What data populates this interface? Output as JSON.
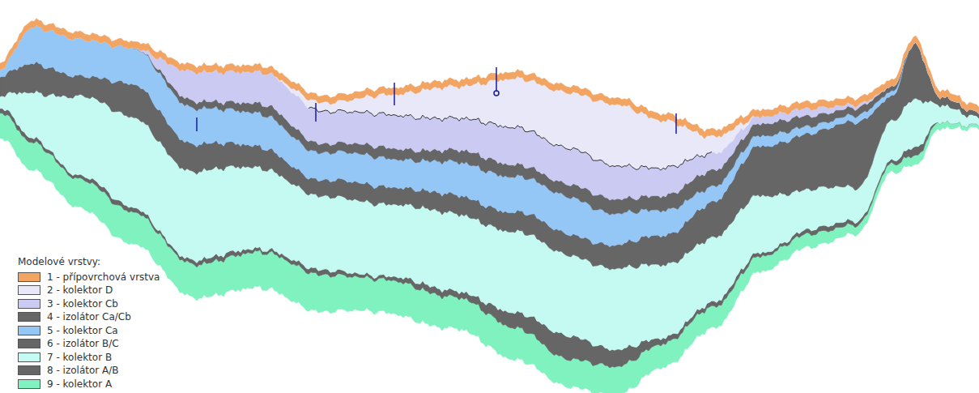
{
  "diagram": {
    "labels": [
      "Modelové vrstvy:"
    ],
    "legend": [
      {
        "text": "1 - přípovrchová vrstva",
        "color": "#f2a463"
      },
      {
        "text": "2 - kolektor D",
        "color": "#e8e8f8"
      },
      {
        "text": "3 - kolektor Cb",
        "color": "#cacaf2"
      },
      {
        "text": "4 - izolátor Ca/Cb",
        "color": "#666666"
      },
      {
        "text": "5 - kolektor Ca",
        "color": "#94c6f6"
      },
      {
        "text": "6 - izolátor B/C",
        "color": "#666666"
      },
      {
        "text": "7 - kolektor B",
        "color": "#c4faf2"
      },
      {
        "text": "8 - izolátor A/B",
        "color": "#666666"
      },
      {
        "text": "9 - kolektor A",
        "color": "#80f2c0"
      }
    ]
  }
}
